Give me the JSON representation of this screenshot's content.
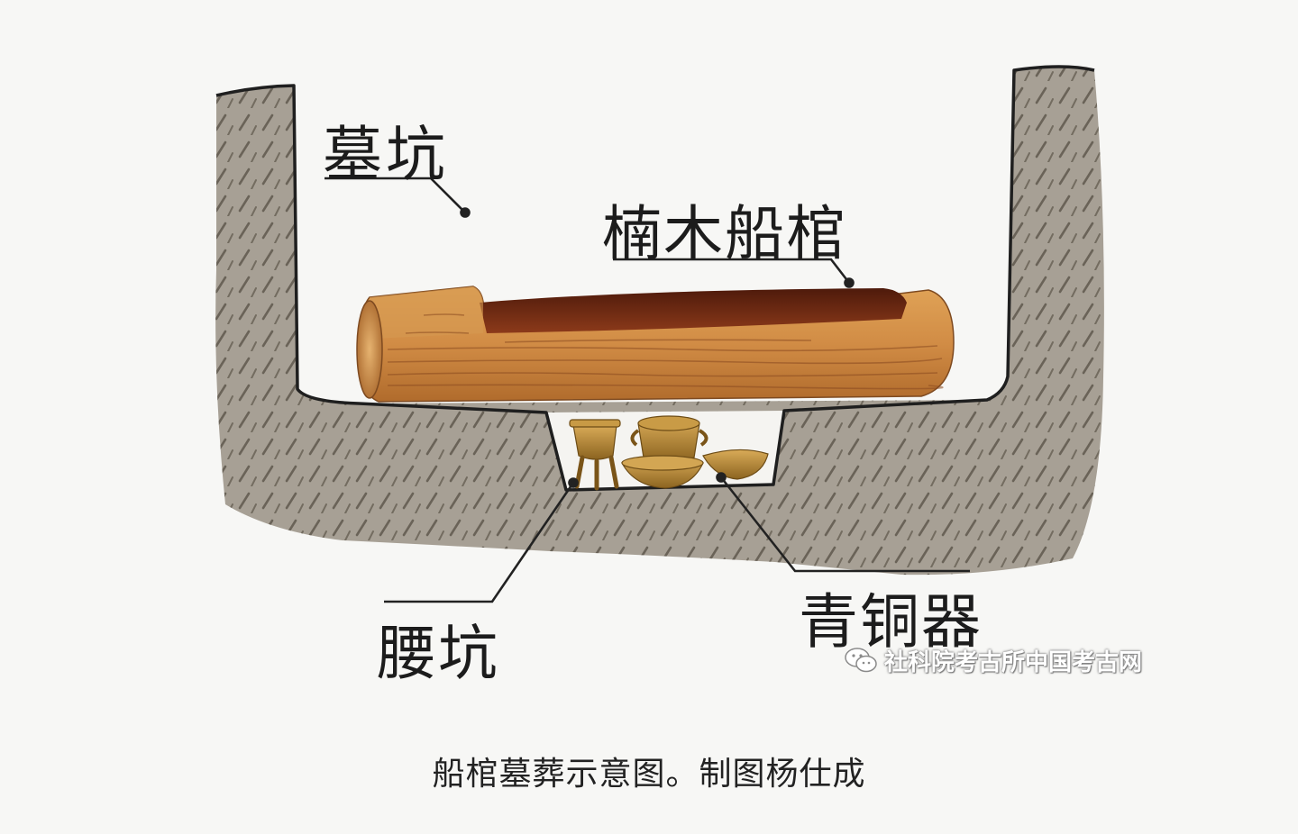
{
  "labels": {
    "tomb_pit": "墓坑",
    "coffin": "楠木船棺",
    "waist_pit": "腰坑",
    "bronzes": "青铜器"
  },
  "watermark": {
    "text": "社科院考古所中国考古网",
    "icon": "wechat-icon"
  },
  "caption": "船棺墓葬示意图。制图杨仕成",
  "colors": {
    "background": "#f7f7f5",
    "earth": "#a49d92",
    "earth_dark": "#6e675c",
    "wood": "#cf8a42",
    "wood_dark": "#8a4a20",
    "coffin_interior": "#6e2a14",
    "bronze": "#b98a3a",
    "ink": "#1c1c1c"
  }
}
